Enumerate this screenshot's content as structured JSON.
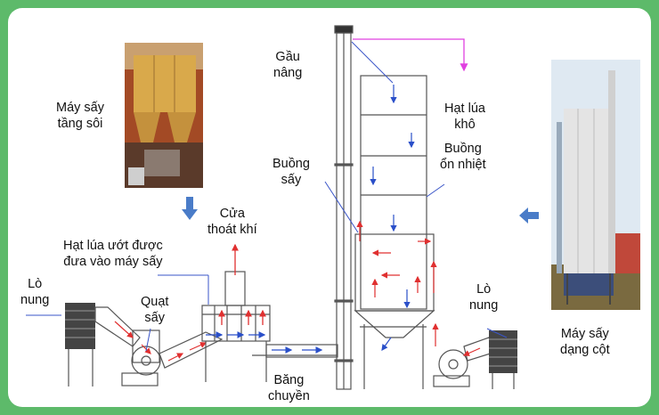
{
  "labels": {
    "may_say_tang_soi_1": "Máy sấy",
    "may_say_tang_soi_2": "tầng sôi",
    "gau_nang_1": "Gầu",
    "gau_nang_2": "nâng",
    "hat_lua_kho_1": "Hạt lúa",
    "hat_lua_kho_2": "khô",
    "buong_on_nhiet_1": "Buồng",
    "buong_on_nhiet_2": "ổn nhiệt",
    "buong_say_1": "Buồng",
    "buong_say_2": "sấy",
    "cua_thoat_khi_1": "Cửa",
    "cua_thoat_khi_2": "thoát khí",
    "hat_lua_uot_1": "Hạt lúa ướt được",
    "hat_lua_uot_2": "đưa vào máy sấy",
    "lo_nung_left_1": "Lò",
    "lo_nung_left_2": "nung",
    "quat_say_1": "Quạt",
    "quat_say_2": "sấy",
    "lo_nung_right_1": "Lò",
    "lo_nung_right_2": "nung",
    "bang_chuyen_1": "Băng",
    "bang_chuyen_2": "chuyền",
    "may_say_dang_cot_1": "Máy sấy",
    "may_say_dang_cot_2": "dạng cột"
  },
  "colors": {
    "background": "#5dba6a",
    "airflow_arrow": "#e03030",
    "grain_arrow": "#2a4fc9",
    "dry_grain_path": "#e040e0",
    "pointer_line": "#3a55c8",
    "block_arrow": "#4a7cc8"
  }
}
